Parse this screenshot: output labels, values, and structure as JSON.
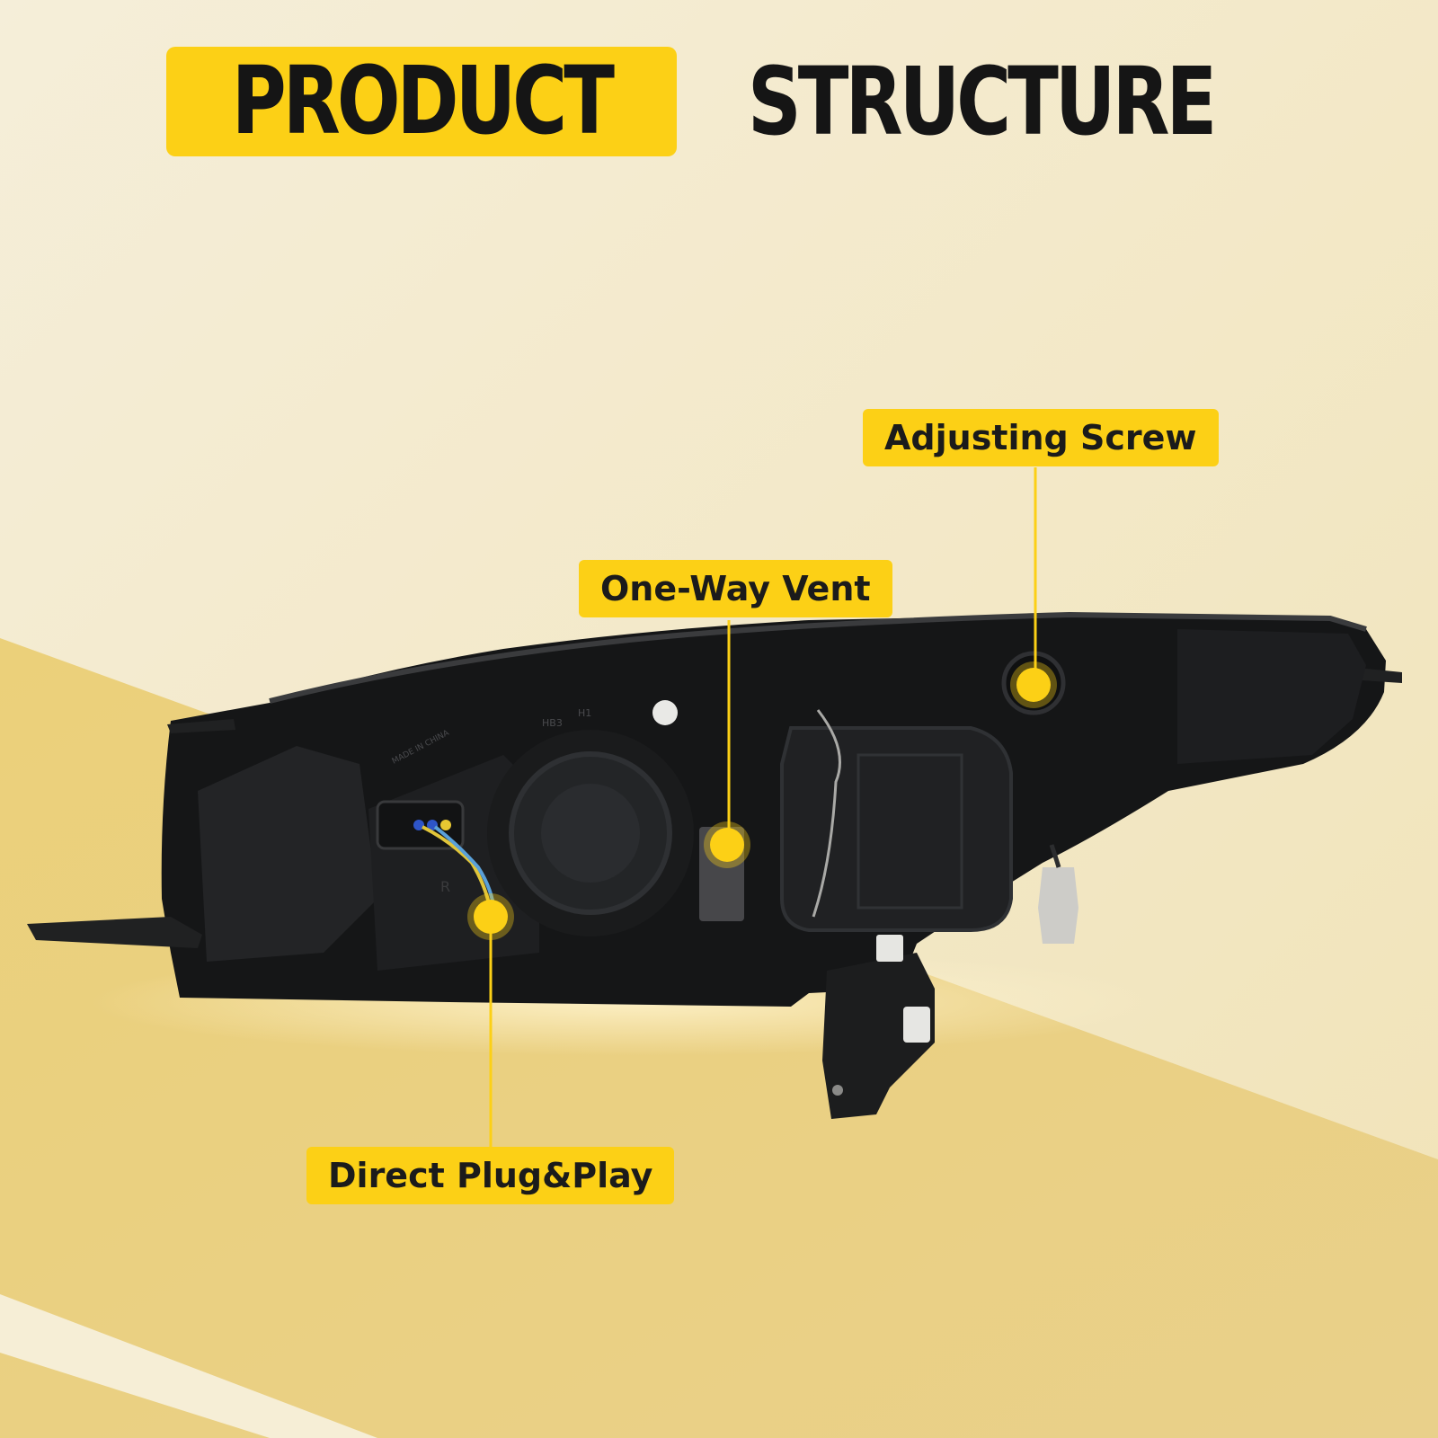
{
  "title": {
    "word_highlight": "PRODUCT",
    "word_plain": "STRUCTURE"
  },
  "callouts": {
    "adjusting_screw": "Adjusting Screw",
    "one_way_vent": "One-Way Vent",
    "direct_plug": "Direct Plug&Play"
  },
  "part_markings": {
    "made_in": "MADE IN CHINA",
    "bulb_hb3": "HB3",
    "bulb_h1": "H1",
    "side": "R"
  },
  "colors": {
    "accent": "#fcd016",
    "background_light": "#f4ecd2",
    "background_band": "#e9cf7c",
    "text_dark": "#151515"
  }
}
